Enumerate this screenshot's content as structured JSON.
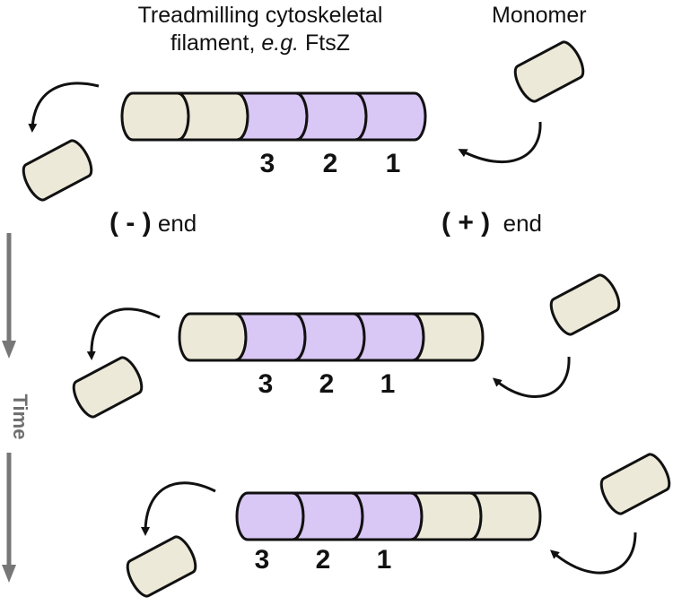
{
  "title": {
    "line1": "Treadmilling cytoskeletal",
    "line2_prefix": "filament, ",
    "line2_italic": "e.g.",
    "line2_suffix": " FtsZ"
  },
  "monomer_label": "Monomer",
  "minus_end": {
    "symbol": "( - )",
    "word": "end"
  },
  "plus_end": {
    "symbol": "( + )",
    "word": "end"
  },
  "time_label": "Time",
  "subunit_numbers": [
    "3",
    "2",
    "1"
  ],
  "colors": {
    "old_subunit": "#ece9d9",
    "marked_subunit": "#d9c7f5",
    "outline": "#111111",
    "time_arrow": "#777777"
  }
}
